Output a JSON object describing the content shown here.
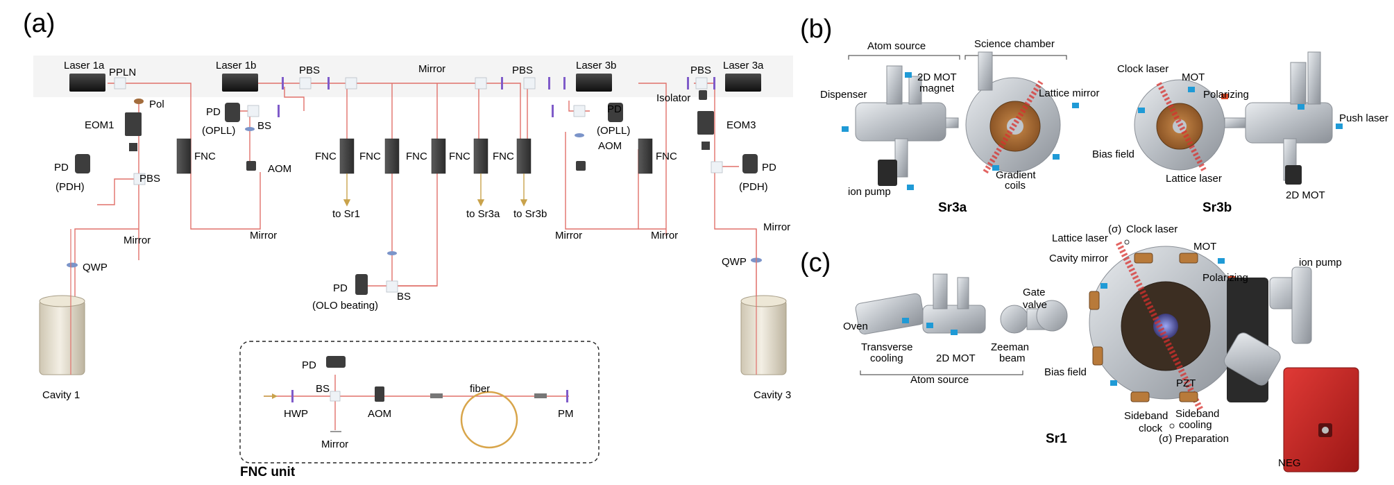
{
  "panels": {
    "a": {
      "letter": "(a)"
    },
    "b": {
      "letter": "(b)"
    },
    "c": {
      "letter": "(c)"
    }
  },
  "panel_a": {
    "laser_1a": "Laser 1a",
    "ppln": "PPLN",
    "pol": "Pol",
    "eom1": "EOM1",
    "pd_pdh_left": "PD",
    "pdh_left": "(PDH)",
    "pbs_left": "PBS",
    "mirror_left": "Mirror",
    "qwp_left": "QWP",
    "cavity_1": "Cavity 1",
    "fnc_1": "FNC",
    "laser_1b": "Laser 1b",
    "pd_opll_left": "PD",
    "opll_left": "(OPLL)",
    "bs_1b": "BS",
    "pbs_1b": "PBS",
    "aom_1b": "AOM",
    "mirror_1b": "Mirror",
    "fnc_sr1_a": "FNC",
    "fnc_sr1_b": "FNC",
    "to_sr1": "to Sr1",
    "mirror_top_center": "Mirror",
    "fnc_olo": "FNC",
    "pd_olo": "PD",
    "olo_beating": "(OLO beating)",
    "bs_olo": "BS",
    "fnc_sr3a": "FNC",
    "fnc_sr3b": "FNC",
    "to_sr3a": "to Sr3a",
    "to_sr3b": "to Sr3b",
    "pbs_3b": "PBS",
    "laser_3b": "Laser 3b",
    "pd_opll_right": "PD",
    "opll_right": "(OPLL)",
    "aom_3b": "AOM",
    "mirror_3b": "Mirror",
    "fnc_3b": "FNC",
    "mirror_3b_right": "Mirror",
    "pbs_3a": "PBS",
    "laser_3a": "Laser 3a",
    "isolator": "Isolator",
    "eom3": "EOM3",
    "pd_pdh_right": "PD",
    "pdh_right": "(PDH)",
    "mirror_right": "Mirror",
    "qwp_right": "QWP",
    "cavity_3": "Cavity 3"
  },
  "fnc_unit": {
    "title": "FNC unit",
    "pd": "PD",
    "bs": "BS",
    "hwp": "HWP",
    "aom": "AOM",
    "fiber": "fiber",
    "pm": "PM",
    "mirror": "Mirror"
  },
  "panel_b": {
    "atom_source": "Atom source",
    "science_chamber": "Science chamber",
    "dispenser": "Dispenser",
    "mot_magnet_1": "2D MOT",
    "mot_magnet_2": "magnet",
    "lattice_mirror": "Lattice mirror",
    "gradient_1": "Gradient",
    "gradient_2": "coils",
    "ion_pump": "ion pump",
    "sr3a": "Sr3a",
    "clock_laser": "Clock laser",
    "mot": "MOT",
    "polarizing": "Polarizing",
    "push_laser": "Push laser",
    "bias_field": "Bias field",
    "lattice_laser": "Lattice laser",
    "mot_2d": "2D MOT",
    "sr3b": "Sr3b"
  },
  "panel_c": {
    "lattice_laser": "Lattice laser",
    "sigma": "(σ)",
    "clock_laser": "Clock laser",
    "cavity_mirror": "Cavity mirror",
    "mot": "MOT",
    "polarizing": "Polarizing",
    "ion_pump": "ion pump",
    "gate_1": "Gate",
    "gate_2": "valve",
    "oven": "Oven",
    "transverse_1": "Transverse",
    "transverse_2": "cooling",
    "mot_2d": "2D MOT",
    "zeeman_1": "Zeeman",
    "zeeman_2": "beam",
    "atom_source": "Atom source",
    "bias_field": "Bias field",
    "pzt": "PZT",
    "sideband_clock_1": "Sideband",
    "sideband_clock_2": "clock",
    "sideband_cooling_1": "Sideband",
    "sideband_cooling_2": "cooling",
    "preparation": "(σ) Preparation",
    "sr1": "Sr1",
    "neg": "NEG"
  }
}
